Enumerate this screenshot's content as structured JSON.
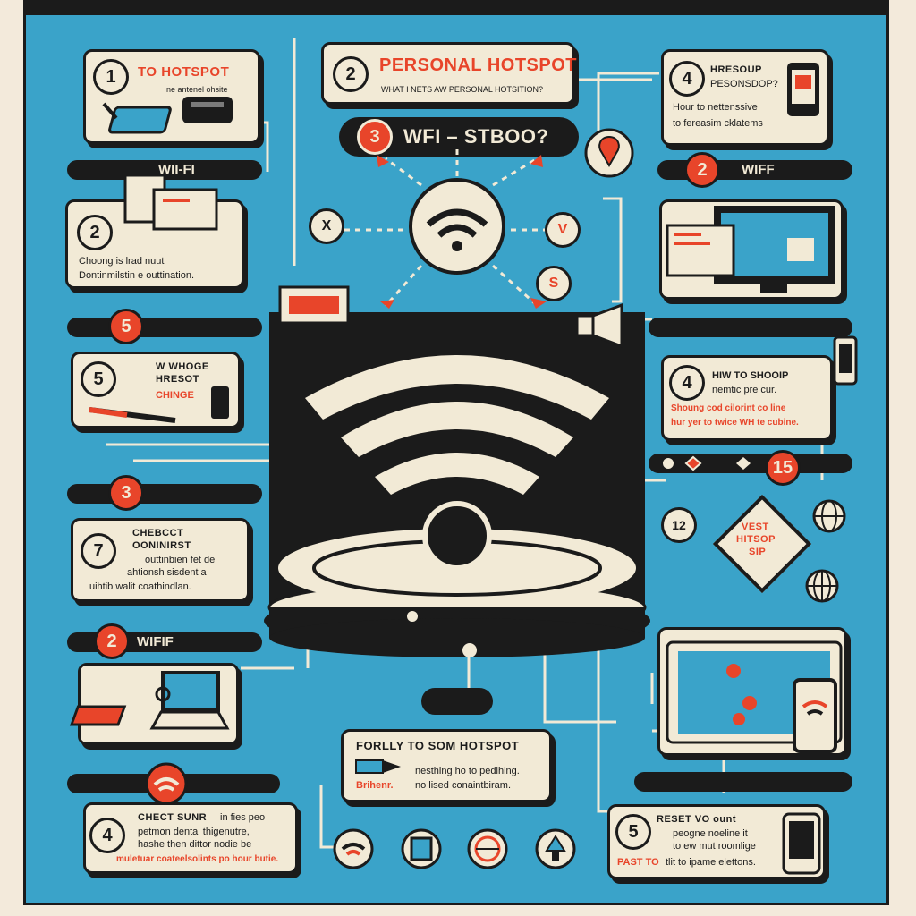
{
  "cards": {
    "c1": {
      "num": "1",
      "title": "TO HOTSPOT",
      "text": "ne antenel ohsite"
    },
    "c2": {
      "num": "2",
      "title": "PERSONAL HOTSPOT",
      "text": "WHAT I NETS AW PERSONAL HOTSITION?"
    },
    "c3": {
      "num": "4",
      "title": "HRESOUP",
      "text1": "PESONSDOP?",
      "text2": "Hour to nettenssive",
      "text3": "to fereasim cklatems"
    },
    "c4": {
      "num": "2",
      "text1": "Choong is lrad nuut",
      "text2": "Dontinmilstin e outtination."
    },
    "c5": {
      "num": "5",
      "title1": "W WHOGE",
      "title2": "HRESOT",
      "red": "CHINGE"
    },
    "c6": {
      "num": "4",
      "text1": "HIW TO SHOOIP",
      "text2": "nemtic pre cur.",
      "red1": "Shoung cod cilorint co line",
      "red2": "hur yer to twice WH te cubine."
    },
    "c7": {
      "num": "7",
      "title1": "CHEBCCT",
      "title2": "OONINIRST",
      "text1": "outtinbien fet de",
      "text2": "ahtionsh sisdent a",
      "text3": "uihtib walit coathindlan."
    },
    "c8": {
      "num": "4",
      "title1": "CHECT SUNR",
      "text1": "in fies peo",
      "text2": "petmon dental thigenutre,",
      "text3": "hashe then dittor nodie be",
      "red": "muletuar coateelsolints po hour butie."
    },
    "c9": {
      "title": "FORLLY TO SOM HOTSPOT",
      "text1": "nesthing ho to pedlhing.",
      "red": "Brihenr.",
      "text2": "no lised conaintbiram."
    },
    "c10": {
      "num": "5",
      "title": "RESET VO ount",
      "text1": "peogne noeline it",
      "text2": "to ew mut roomlige",
      "red": "PAST TO",
      "text3": "tlit to ipame elettons."
    }
  },
  "center": {
    "num": "3",
    "title": "WFI – STBOO?"
  },
  "bars": {
    "b1": {
      "label": "WII-FI"
    },
    "b2": {
      "num": "2",
      "label": "WIFF"
    },
    "b3": {
      "num": "5"
    },
    "b4": {
      "num": "3"
    },
    "b5": {
      "num": "15"
    },
    "b6": {
      "num": "2",
      "label": "WIFIF"
    }
  },
  "badges": {
    "n12": "12",
    "xbadge": "X",
    "vbadge": "V",
    "sbadge": "S"
  },
  "sign": {
    "l1": "VEST",
    "l2": "HITSOP",
    "l3": "SIP"
  },
  "colors": {
    "panel": "#3aa3c9",
    "ink": "#1b1b1b",
    "cream": "#f2ead6",
    "accent": "#e8452a"
  }
}
